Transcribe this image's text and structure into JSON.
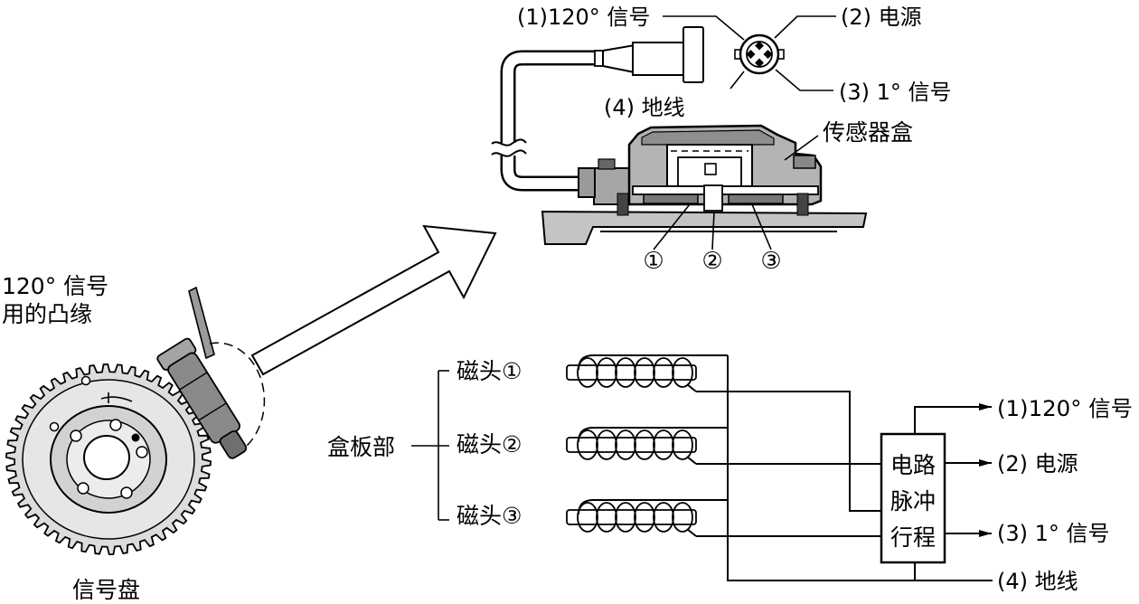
{
  "sensor_box": {
    "title": "传感器盒",
    "pins": [
      "(1)120° 信号",
      "(2) 电源",
      "(3) 1° 信号",
      "(4) 地线"
    ],
    "head_markers": [
      "①",
      "②",
      "③"
    ]
  },
  "signal_disc": {
    "flange_label": [
      "120° 信号",
      "用的凸缘"
    ],
    "name": "信号盘"
  },
  "wiring": {
    "board_label": "盒板部",
    "heads": [
      "磁头①",
      "磁头②",
      "磁头③"
    ],
    "circuit_lines": [
      "电路",
      "脉冲",
      "行程"
    ],
    "outputs": [
      "(1)120° 信号",
      "(2) 电源",
      "(3) 1° 信号",
      "(4) 地线"
    ]
  },
  "colors": {
    "line": "#000000",
    "metal_light": "#dcdcdc",
    "metal_mid": "#b4b4b4",
    "metal_dark": "#777777"
  }
}
